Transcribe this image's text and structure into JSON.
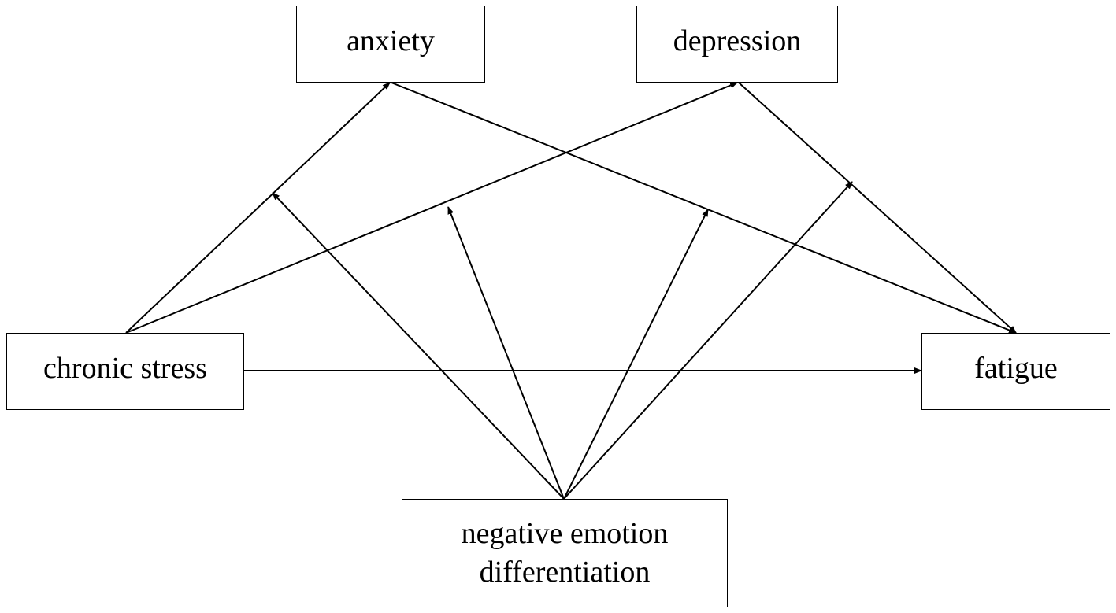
{
  "diagram": {
    "nodes": {
      "anxiety": "anxiety",
      "depression": "depression",
      "chronic_stress": "chronic stress",
      "fatigue": "fatigue",
      "negative_emotion_differentiation_line1": "negative emotion",
      "negative_emotion_differentiation_line2": "differentiation"
    },
    "paths": [
      {
        "from": "chronic stress",
        "to": "anxiety"
      },
      {
        "from": "chronic stress",
        "to": "depression"
      },
      {
        "from": "chronic stress",
        "to": "fatigue"
      },
      {
        "from": "anxiety",
        "to": "fatigue"
      },
      {
        "from": "depression",
        "to": "fatigue"
      }
    ],
    "moderation_paths": [
      {
        "from": "negative emotion differentiation",
        "moderates": "chronic stress → anxiety"
      },
      {
        "from": "negative emotion differentiation",
        "moderates": "anxiety → fatigue"
      },
      {
        "from": "negative emotion differentiation",
        "moderates": "chronic stress → depression"
      },
      {
        "from": "negative emotion differentiation",
        "moderates": "depression → fatigue"
      }
    ],
    "colors": {
      "stroke": "#000000",
      "background": "#ffffff"
    }
  }
}
